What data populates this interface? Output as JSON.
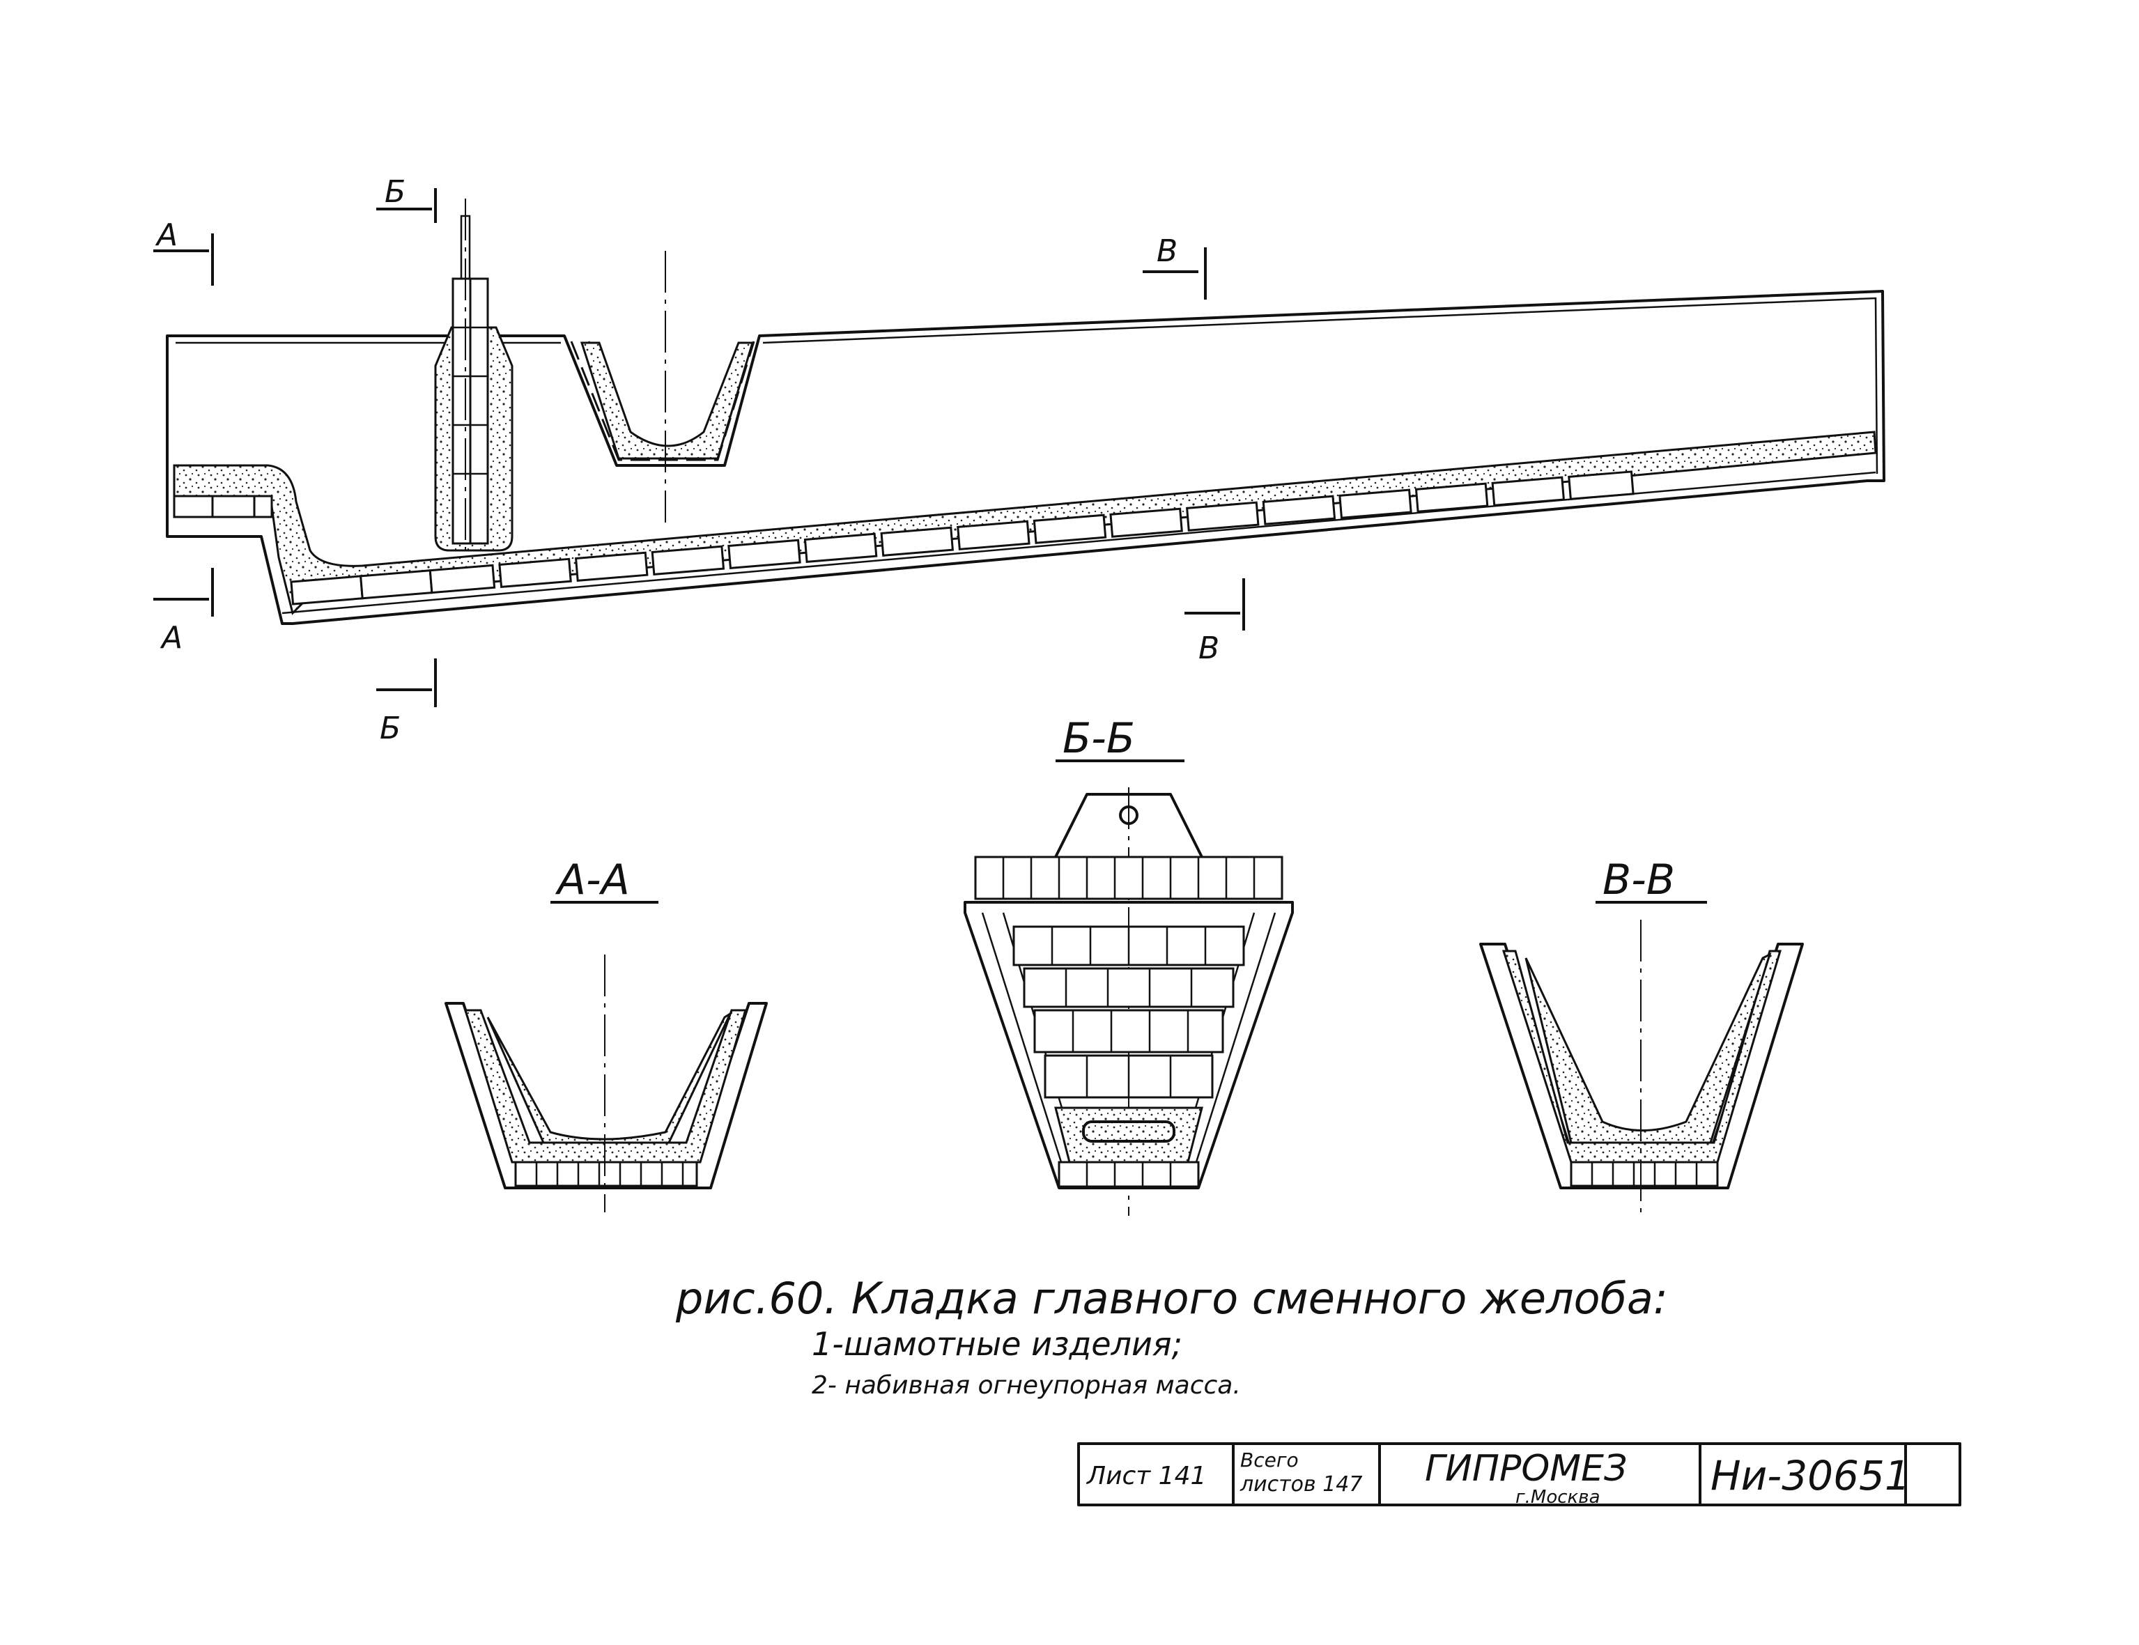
{
  "section_marks": {
    "a": "А",
    "b": "Б",
    "v": "В"
  },
  "section_titles": {
    "aa": "А-А",
    "bb": "Б-Б",
    "vv": "В-В"
  },
  "caption": {
    "title": "рис.60. Кладка главного сменного желоба:",
    "item1": "1-шамотные изделия;",
    "item2": "2- набивная огнеупорная масса."
  },
  "title_block": {
    "sheet_label": "Лист 141",
    "total_label_line1": "Всего",
    "total_label_line2": "листов 147",
    "org_name": "ГИПРОМЕЗ",
    "org_city": "г.Москва",
    "doc_number": "Ни-30651"
  }
}
